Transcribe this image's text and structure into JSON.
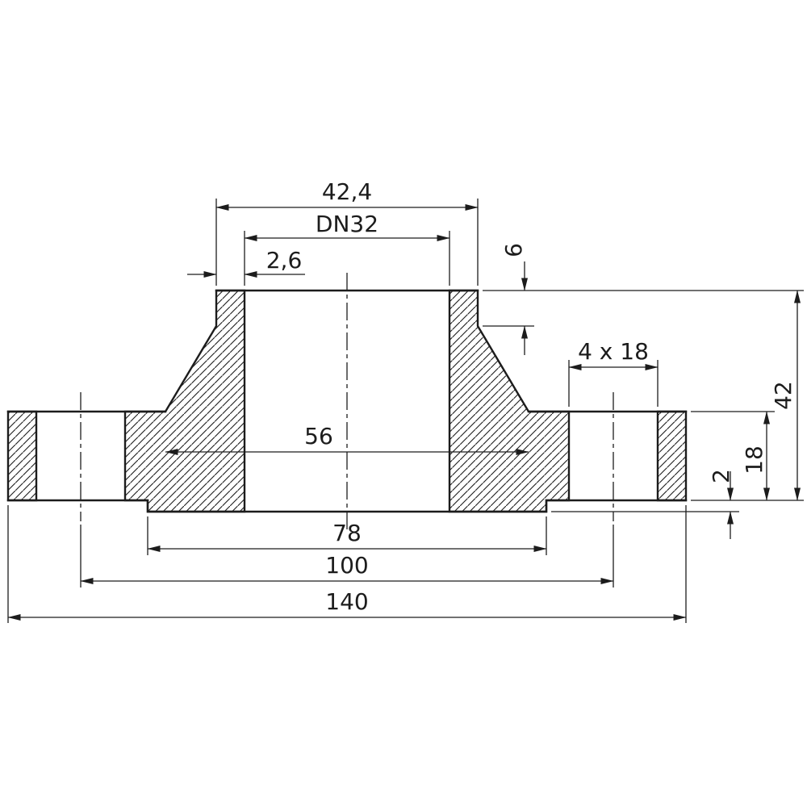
{
  "drawing": {
    "type": "technical-dimension-drawing",
    "subject": "DN32 flange cross-section",
    "dimensions": {
      "neck_top_od": "42,4",
      "nominal_bore": "DN32",
      "wall_thickness": "2,6",
      "neck_height": "6",
      "bolt_holes": "4 x 18",
      "total_height": "42",
      "hub_diameter": "56",
      "raised_face_height": "2",
      "flange_thickness": "18",
      "raised_face_diameter": "78",
      "bolt_circle": "100",
      "outer_diameter": "140"
    },
    "colors": {
      "line": "#1c1c1c",
      "background": "#ffffff"
    }
  }
}
